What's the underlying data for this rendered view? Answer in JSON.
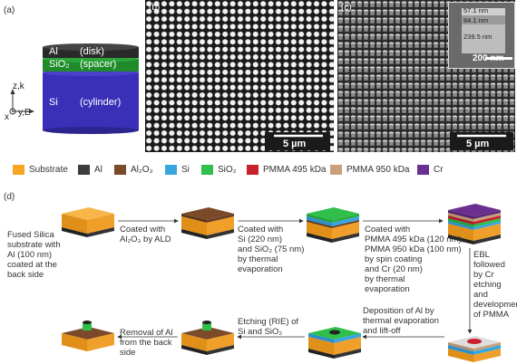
{
  "panels": {
    "a": "(a)",
    "b": "(b)",
    "c": "(c)",
    "d": "(d)"
  },
  "structure": {
    "al_label": "Al",
    "al_part": "(disk)",
    "sio2_label": "SiO₂",
    "sio2_part": "(spacer)",
    "si_label": "Si",
    "si_part": "(cylinder)"
  },
  "axes": {
    "z": "z,k",
    "x": "x",
    "y": "y,E"
  },
  "sem_b": {
    "scale": "5 µm"
  },
  "sem_c": {
    "scale": "5 µm",
    "inset_scale": "200 nm",
    "inset_dims": [
      "57.1 nm",
      "84.1 nm",
      "239.5 nm"
    ]
  },
  "legend": [
    {
      "label": "Substrate",
      "color": "#f6a623"
    },
    {
      "label": "Al",
      "color": "#3d3d3d"
    },
    {
      "label": "Al₂O₃",
      "color": "#7a4a2a"
    },
    {
      "label": "Si",
      "color": "#3aa6e0"
    },
    {
      "label": "SiO₂",
      "color": "#2fbf4a"
    },
    {
      "label": "PMMA 495 kDa",
      "color": "#c8202c"
    },
    {
      "label": "PMMA 950 kDa",
      "color": "#c8a07a"
    },
    {
      "label": "Cr",
      "color": "#6b2f8f"
    }
  ],
  "steps": {
    "s1": "Fused Silica\nsubstrate with\nAl (100 nm)\ncoated at the\nback side",
    "s2": "Coated with\nAl₂O₃ by ALD",
    "s3": "Coated with\nSi (220 nm)\nand SiO₂ (75 nm)\nby thermal\nevaporation",
    "s4": "Coated with\nPMMA 495 kDa (120 nm),\nPMMA 950 kDa (100 nm)\nby spin coating\nand Cr (20 nm)\nby thermal\nevaporation",
    "s5": "EBL followed\nby Cr etching\nand\ndevelopment\nof PMMA",
    "s6": "Deposition of Al by\nthermal evaporation\nand lift-off",
    "s7": "Etching (RIE) of\nSi and SiO₂",
    "s8": "Removal of Al\nfrom the back\nside"
  }
}
